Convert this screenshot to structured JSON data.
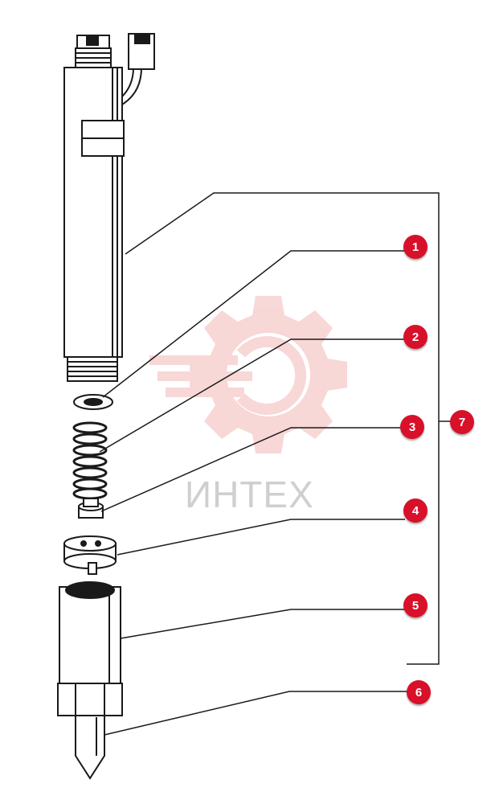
{
  "colors": {
    "callout": "#d8102a",
    "ink": "#1a1a1a",
    "watermark": "#f3b8b8",
    "watermark_text": "#cfcfcf"
  },
  "watermark": {
    "logo": "gear-logo",
    "text": "ИНТЕХ"
  },
  "callouts": [
    {
      "id": "1",
      "label": "1"
    },
    {
      "id": "2",
      "label": "2"
    },
    {
      "id": "3",
      "label": "3"
    },
    {
      "id": "4",
      "label": "4"
    },
    {
      "id": "5",
      "label": "5"
    },
    {
      "id": "6",
      "label": "6"
    },
    {
      "id": "7",
      "label": "7"
    }
  ]
}
